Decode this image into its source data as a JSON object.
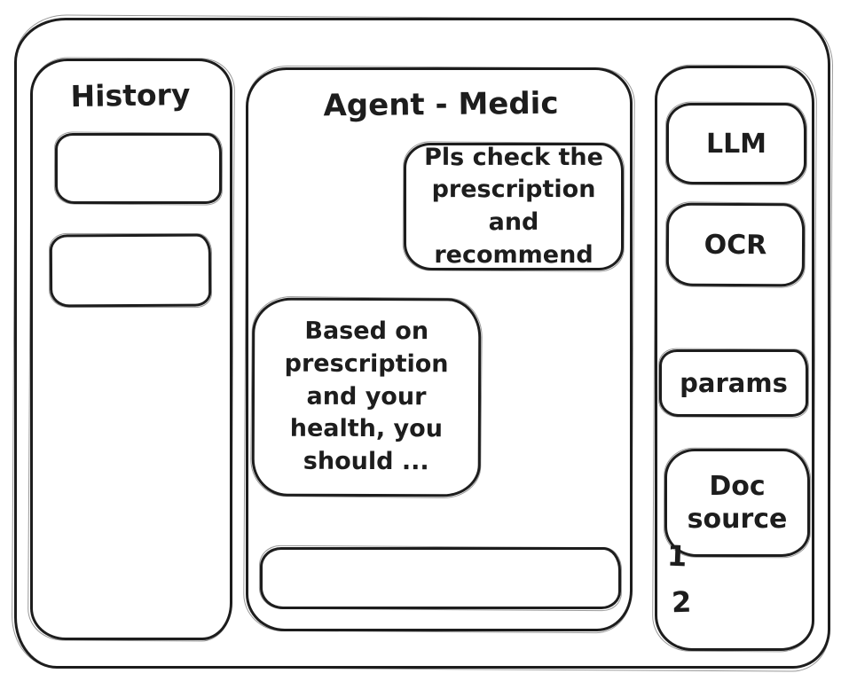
{
  "window": {
    "title": "Agent - Medic"
  },
  "sidebar": {
    "title": "History"
  },
  "chat": {
    "title": "Agent - Medic",
    "messages": [
      {
        "role": "user",
        "text": "Pls check the\nprescription\nand recommend"
      },
      {
        "role": "agent",
        "text": "Based on\nprescription\nand your\nhealth, you\nshould ..."
      }
    ],
    "input": {
      "value": "",
      "placeholder": ""
    }
  },
  "tools": {
    "buttons": [
      {
        "id": "llm",
        "label": "LLM"
      },
      {
        "id": "ocr",
        "label": "OCR"
      },
      {
        "id": "params",
        "label": "params"
      },
      {
        "id": "doc-source",
        "label": "Doc\nsource"
      }
    ],
    "doc_list": [
      "1",
      "2"
    ]
  },
  "colors": {
    "ink": "#1d1d1d",
    "background": "#ffffff"
  }
}
